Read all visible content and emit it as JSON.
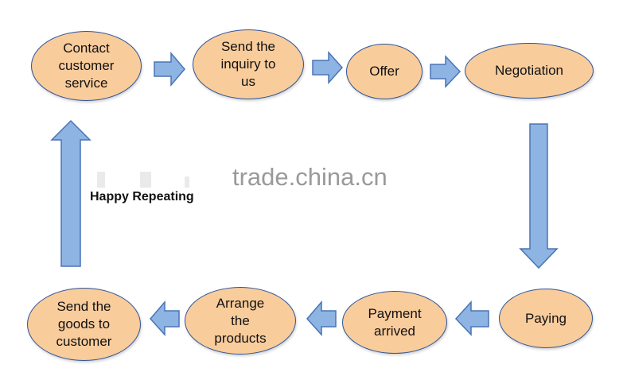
{
  "nodes": {
    "contact": "Contact\ncustomer\nservice",
    "inquiry": "Send the\ninquiry to\nus",
    "offer": "Offer",
    "negotiation": "Negotiation",
    "paying": "Paying",
    "payment": "Payment\narrived",
    "arrange": "Arrange\nthe\nproducts",
    "send_goods": "Send the\ngoods to\ncustomer"
  },
  "loop_label": "Happy Repeating",
  "watermark": "trade.china.cn",
  "colors": {
    "node_fill": "#f9cc9c",
    "node_border": "#2f5597",
    "arrow_fill": "#8eb4e3",
    "arrow_stroke": "#4a74b4"
  }
}
